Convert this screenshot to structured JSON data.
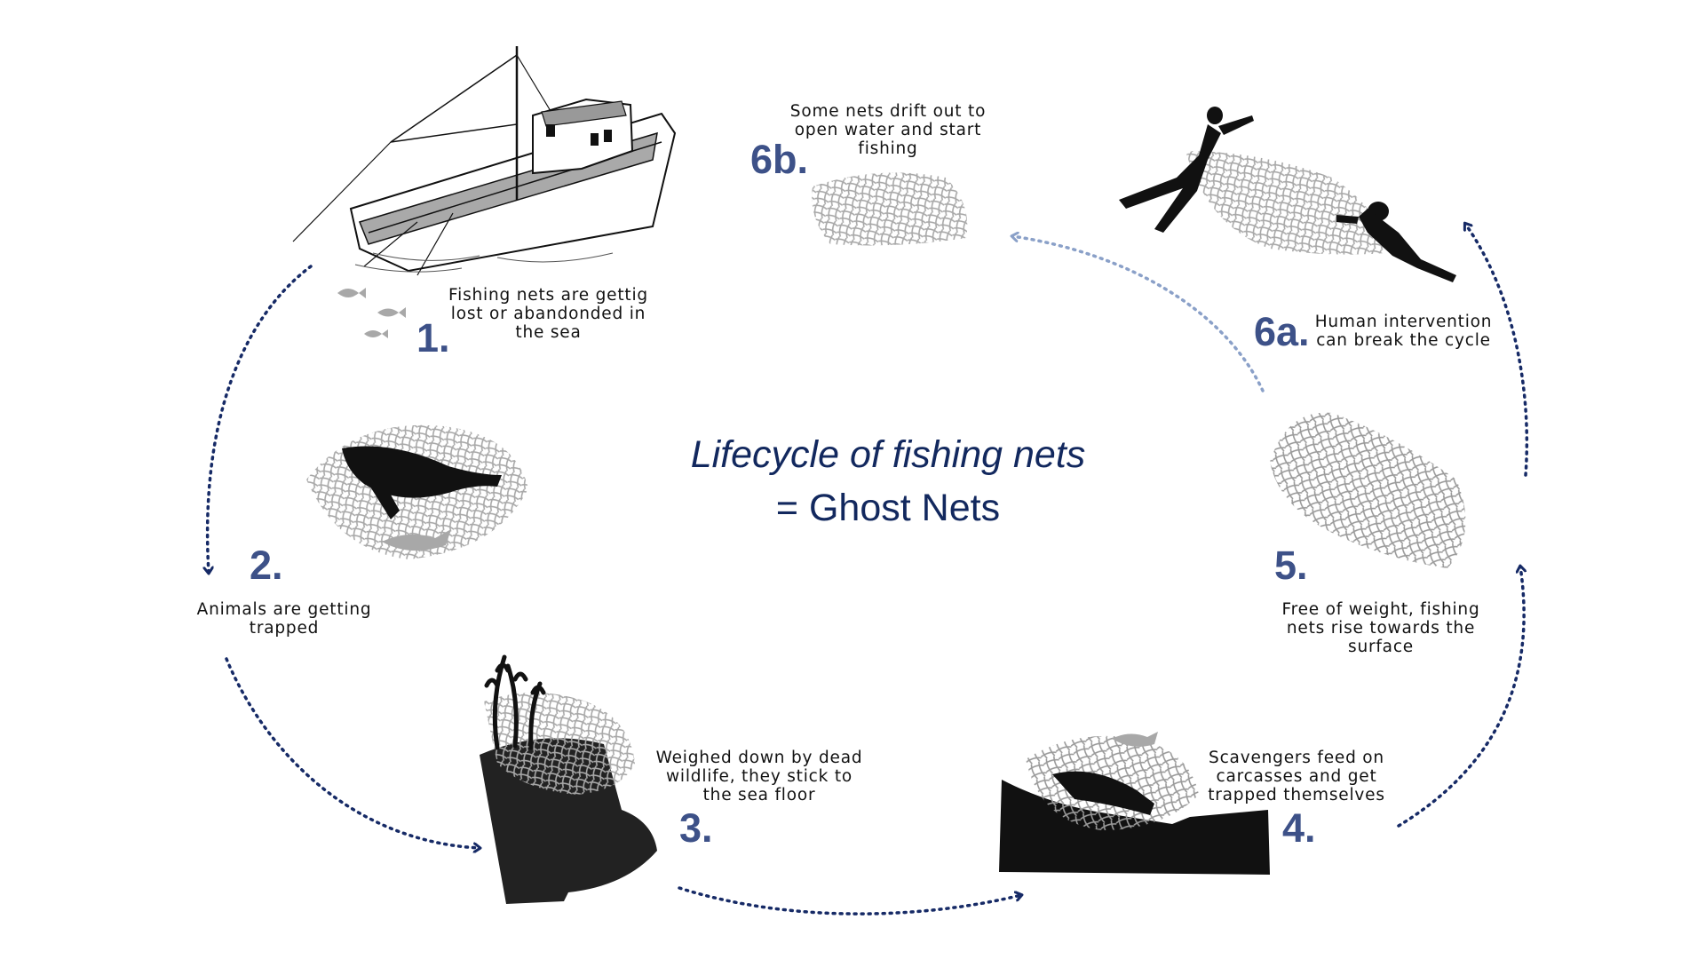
{
  "title": {
    "line1": "Lifecycle of fishing nets",
    "line2": "= Ghost Nets"
  },
  "colors": {
    "step_number": "#3d5188",
    "title": "#12285e",
    "arrow_dark": "#162a66",
    "arrow_light": "#8aa0c8",
    "net_gray": "#a8a8a8",
    "silhouette": "#111111"
  },
  "steps": [
    {
      "number": "1.",
      "caption": "Fishing nets are gettig\nlost or abandonded in\nthe sea",
      "icon": "fishing-boat-icon"
    },
    {
      "number": "2.",
      "caption": "Animals are getting\ntrapped",
      "icon": "whale-in-net-icon"
    },
    {
      "number": "3.",
      "caption": "Weighed down by dead\nwildlife, they stick to\nthe sea floor",
      "icon": "seafloor-net-icon"
    },
    {
      "number": "4.",
      "caption": "Scavengers feed on\ncarcasses and get\ntrapped themselves",
      "icon": "scavenger-net-icon"
    },
    {
      "number": "5.",
      "caption": "Free of weight, fishing\nnets rise towards the\nsurface",
      "icon": "floating-net-icon"
    },
    {
      "number": "6a.",
      "caption": "Human intervention\ncan break the cycle",
      "icon": "divers-removing-net-icon"
    },
    {
      "number": "6b.",
      "caption": "Some nets drift out to\nopen water and start\nfishing",
      "icon": "drifting-net-icon"
    }
  ]
}
